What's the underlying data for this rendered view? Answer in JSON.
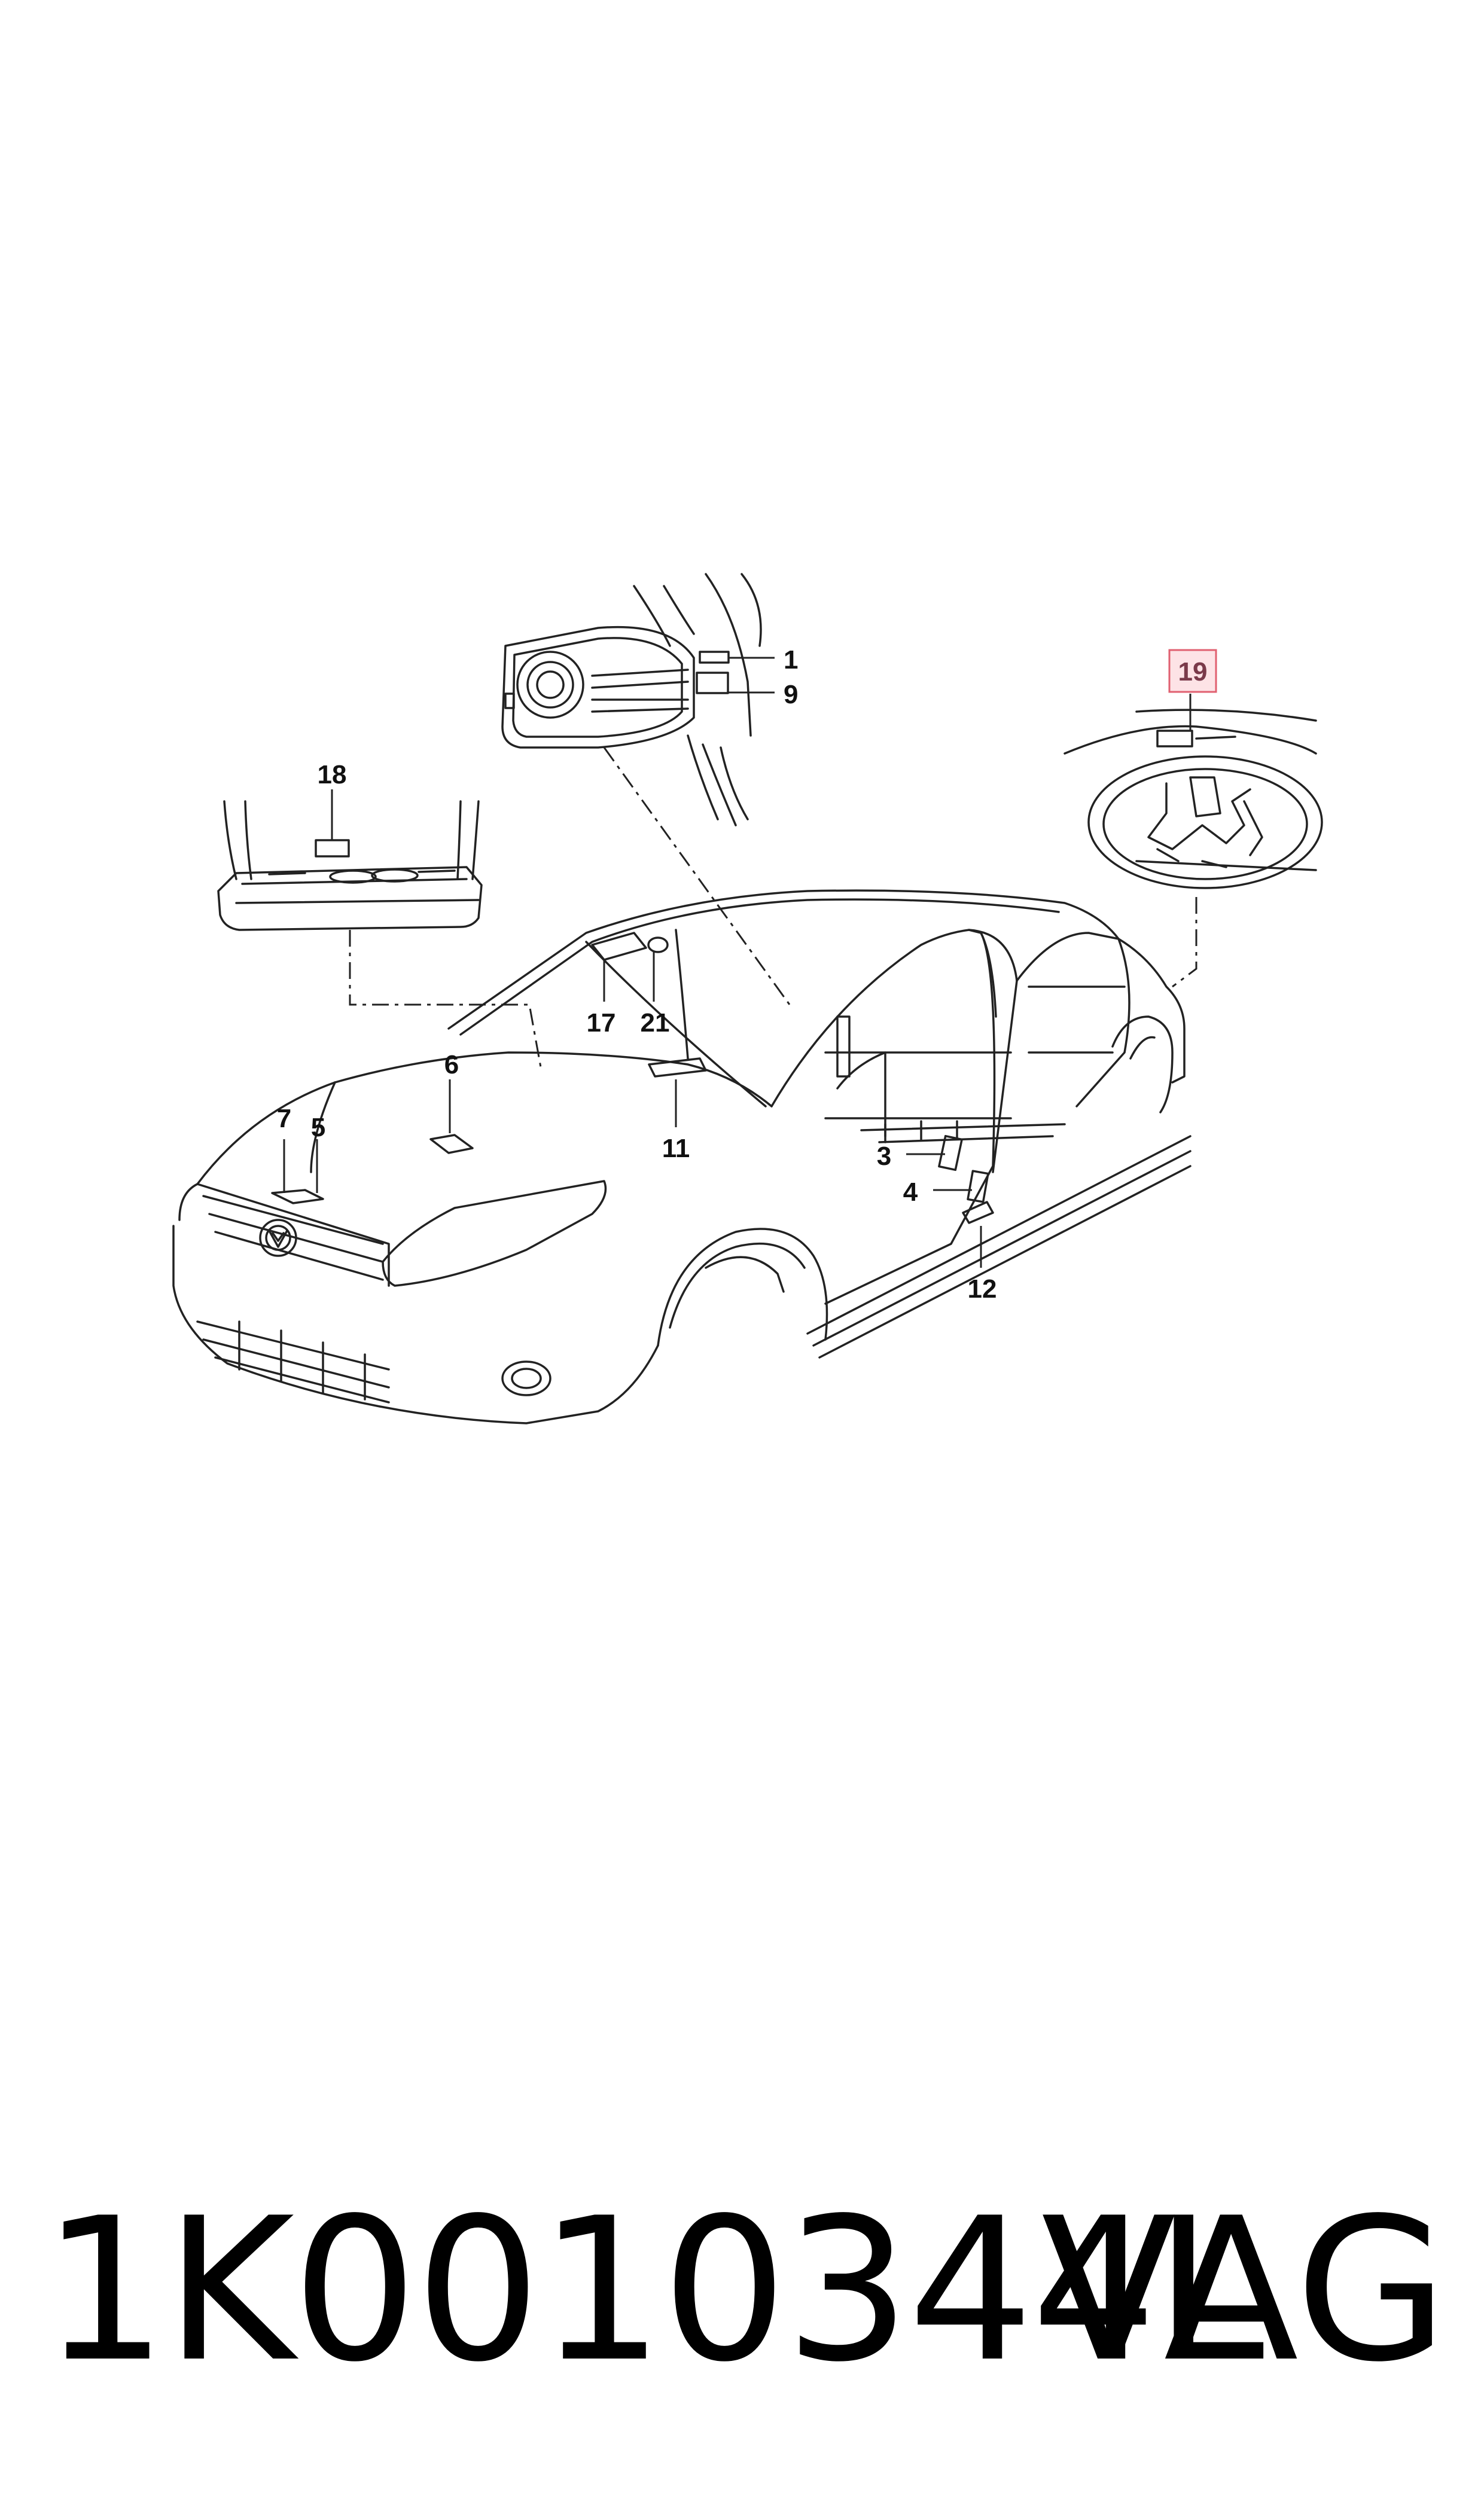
{
  "callouts": {
    "c1": "1",
    "c9": "9",
    "c18": "18",
    "c19": "19",
    "c17": "17",
    "c21": "21",
    "c6": "6",
    "c11": "11",
    "c7": "7",
    "c5": "5",
    "c3": "3",
    "c4": "4",
    "c12": "12"
  },
  "highlighted_callout": "19",
  "colors": {
    "highlight_fill": "#fde3e6",
    "highlight_stroke": "#e06070",
    "line": "#222222"
  },
  "footer": {
    "part_number": "1K0010344L",
    "brand": "VAG"
  }
}
